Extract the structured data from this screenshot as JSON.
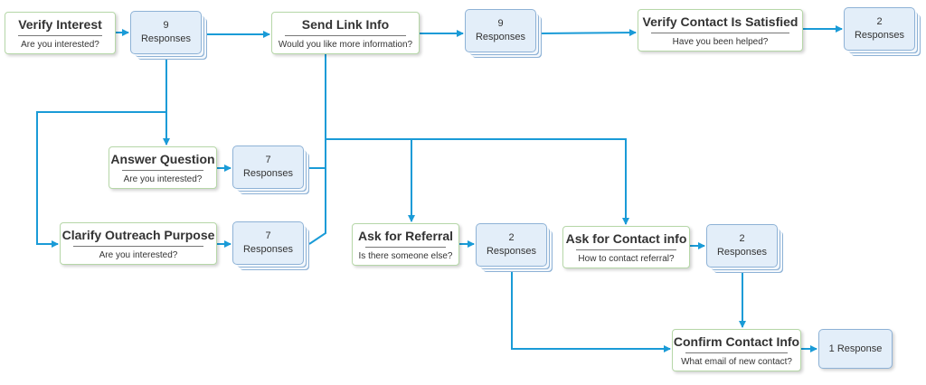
{
  "nodes": {
    "verify_interest": {
      "title": "Verify Interest",
      "subtitle": "Are you interested?"
    },
    "send_link_info": {
      "title": "Send Link Info",
      "subtitle": "Would you like more information?"
    },
    "verify_contact_satisfied": {
      "title": "Verify Contact Is Satisfied",
      "subtitle": "Have you been helped?"
    },
    "answer_question": {
      "title": "Answer Question",
      "subtitle": "Are you interested?"
    },
    "clarify_outreach": {
      "title": "Clarify Outreach Purpose",
      "subtitle": "Are you interested?"
    },
    "ask_referral": {
      "title": "Ask for Referral",
      "subtitle": "Is there someone else?"
    },
    "ask_contact_info": {
      "title": "Ask for Contact info",
      "subtitle": "How to contact referral?"
    },
    "confirm_contact_info": {
      "title": "Confirm Contact Info",
      "subtitle": "What email of new contact?"
    }
  },
  "responses": {
    "r1": {
      "count": "9",
      "label": "Responses"
    },
    "r2": {
      "count": "9",
      "label": "Responses"
    },
    "r3": {
      "count": "2",
      "label": "Responses"
    },
    "r4": {
      "count": "7",
      "label": "Responses"
    },
    "r5": {
      "count": "7",
      "label": "Responses"
    },
    "r6": {
      "count": "2",
      "label": "Responses"
    },
    "r7": {
      "count": "2",
      "label": "Responses"
    },
    "r8": {
      "count": "1 Response",
      "label": ""
    }
  },
  "colors": {
    "connector": "#1a9bd7",
    "node_border": "#b6d7a8",
    "response_fill": "#e3eef9",
    "response_border": "#8eb2d6"
  }
}
